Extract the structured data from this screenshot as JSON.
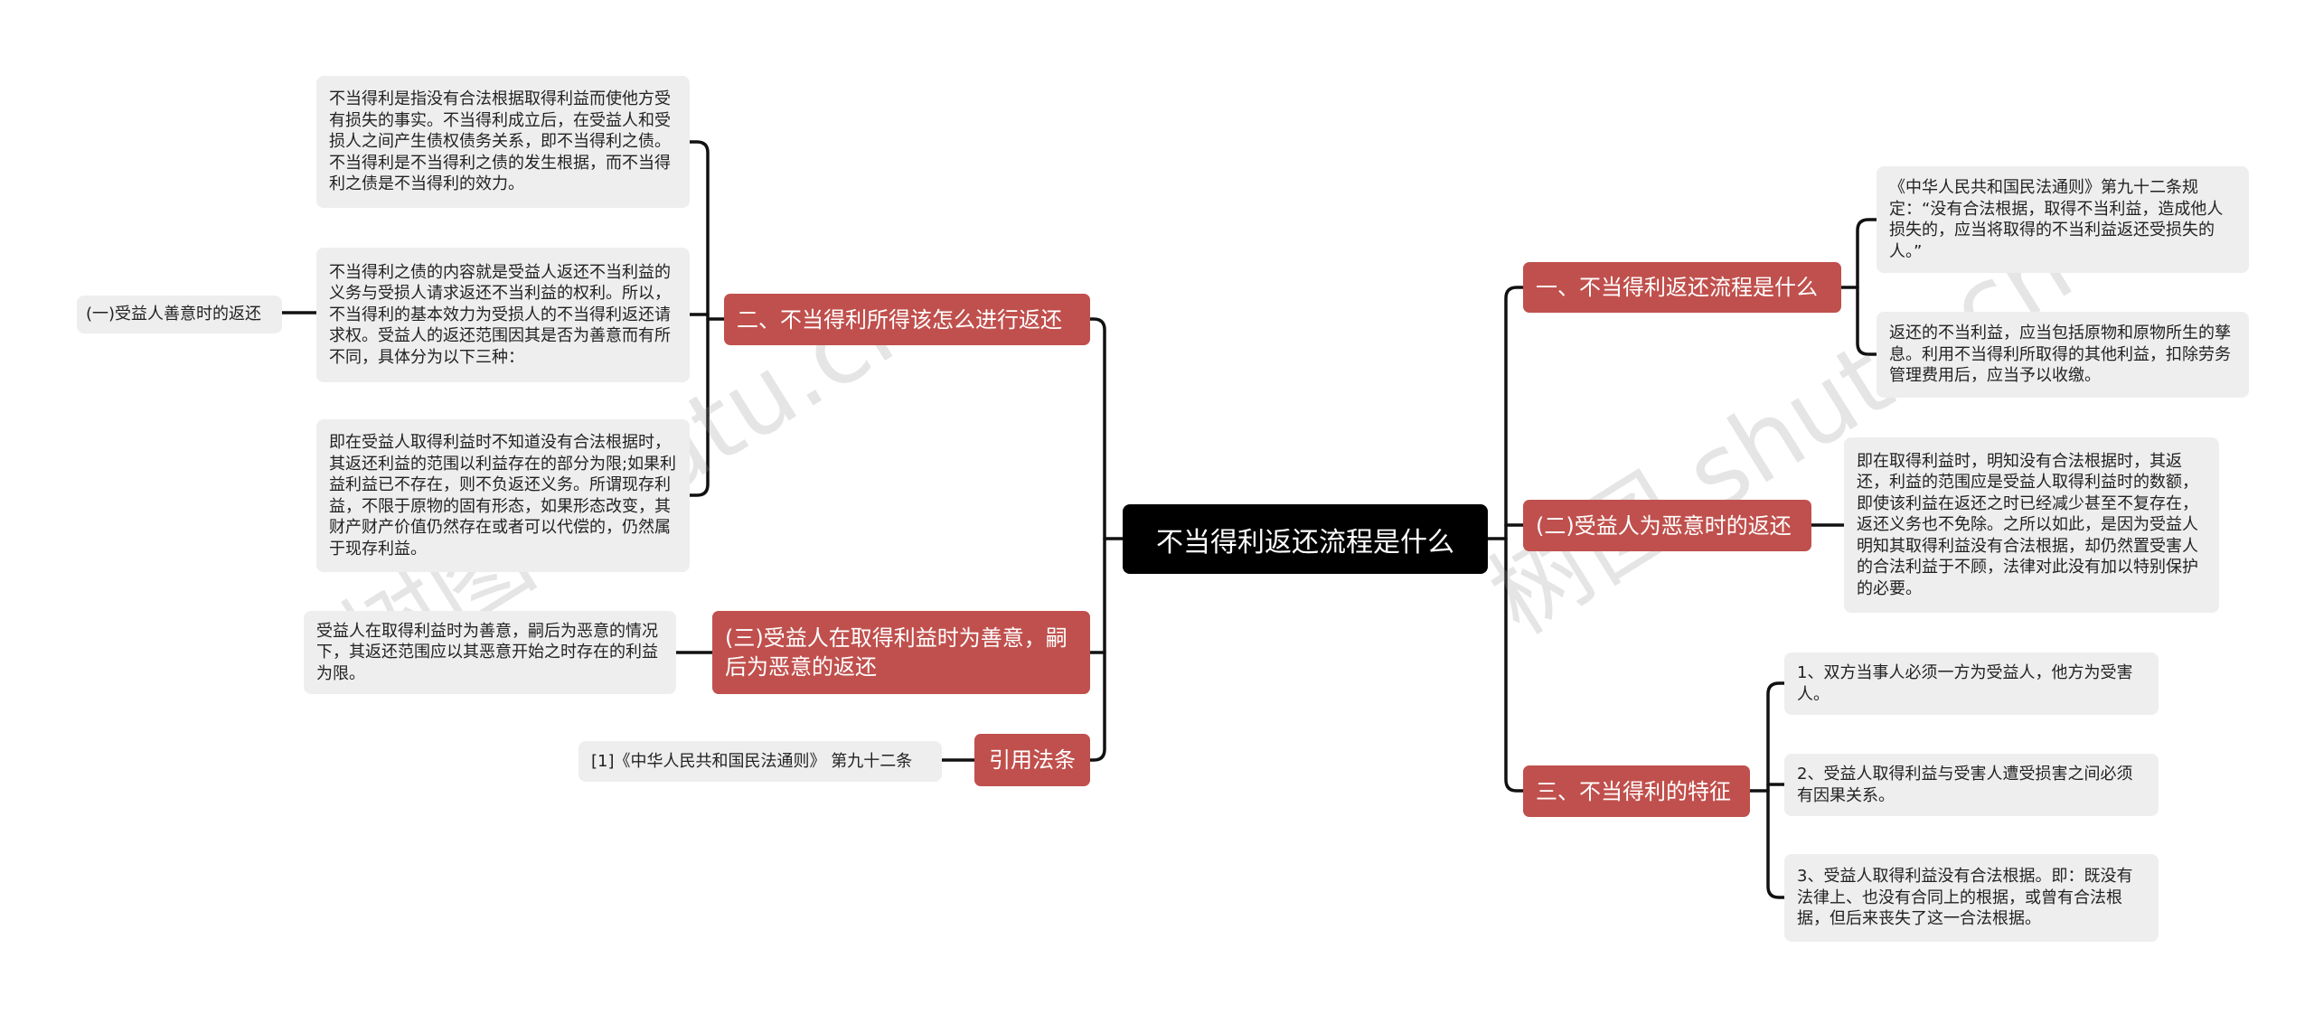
{
  "watermark": "树图 shutu.cn",
  "center": "不当得利返还流程是什么",
  "left": {
    "branch_return": "二、不当得利所得该怎么进行返还",
    "leaf_definition": "不当得利是指没有合法根据取得利益而使他方受有损失的事实。不当得利成立后，在受益人和受损人之间产生债权债务关系，即不当得利之债。不当得利是不当得利之债的发生根据，而不当得利之债是不当得利的效力。",
    "leaf_content": "不当得利之债的内容就是受益人返还不当利益的义务与受损人请求返还不当利益的权利。所以，不当得利的基本效力为受损人的不当得利返还请求权。受益人的返还范围因其是否为善意而有所不同，具体分为以下三种：",
    "leaf_good_faith_label": "(一)受益人善意时的返还",
    "leaf_existing": "即在受益人取得利益时不知道没有合法根据时，其返还利益的范围以利益存在的部分为限;如果利益利益已不存在，则不负返还义务。所谓现存利益，不限于原物的固有形态，如果形态改变，其财产财产价值仍然存在或者可以代偿的，仍然属于现存利益。",
    "branch_later_bad": "(三)受益人在取得利益时为善意，嗣后为恶意的返还",
    "leaf_later_bad": "受益人在取得利益时为善意，嗣后为恶意的情况下，其返还范围应以其恶意开始之时存在的利益为限。",
    "branch_cite": "引用法条",
    "leaf_cite": "[1]《中华人民共和国民法通则》 第九十二条"
  },
  "right": {
    "branch_process": "一、不当得利返还流程是什么",
    "leaf_law": "《中华人民共和国民法通则》第九十二条规定：“没有合法根据，取得不当利益，造成他人损失的，应当将取得的不当利益返还受损失的人。”",
    "leaf_scope": "返还的不当利益，应当包括原物和原物所生的孳息。利用不当得利所取得的其他利益，扣除劳务管理费用后，应当予以收缴。",
    "branch_bad_faith": "(二)受益人为恶意时的返还",
    "leaf_bad_faith": "即在取得利益时，明知没有合法根据时，其返还，利益的范围应是受益人取得利益时的数额，即使该利益在返还之时已经减少甚至不复存在，返还义务也不免除。之所以如此，是因为受益人明知其取得利益没有合法根据，却仍然置受害人的合法利益于不顾，法律对此没有加以特别保护的必要。",
    "branch_features": "三、不当得利的特征",
    "feature_1": "1、双方当事人必须一方为受益人，他方为受害人。",
    "feature_2": "2、受益人取得利益与受害人遭受损害之间必须有因果关系。",
    "feature_3": "3、受益人取得利益没有合法根据。即：既没有法律上、也没有合同上的根据，或曾有合法根据，但后来丧失了这一合法根据。"
  },
  "colors": {
    "branch": "#c0504d",
    "center": "#000000",
    "leaf": "#eeeeee",
    "line": "#111111"
  }
}
